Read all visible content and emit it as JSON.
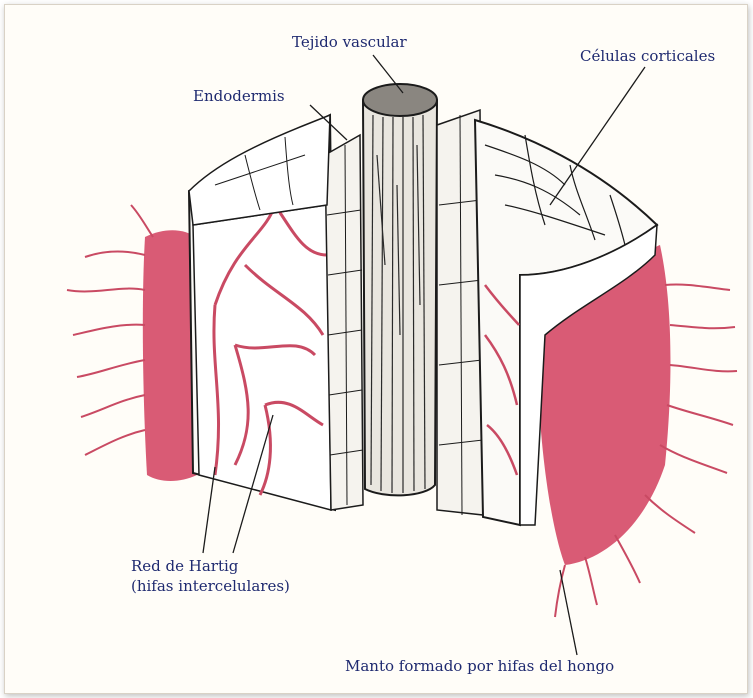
{
  "labels": {
    "vascular": "Tejido vascular",
    "endodermis": "Endodermis",
    "cortical": "Células corticales",
    "hartig_1": "Red de Hartig",
    "hartig_2": "(hifas intercelulares)",
    "mantle": "Manto formado por hifas del hongo"
  },
  "colors": {
    "mantle": "#d23e5e",
    "hyphae": "#c94a63",
    "ink": "#1b1b1b",
    "label": "#1f2a70",
    "paper": "#fffdf8"
  }
}
